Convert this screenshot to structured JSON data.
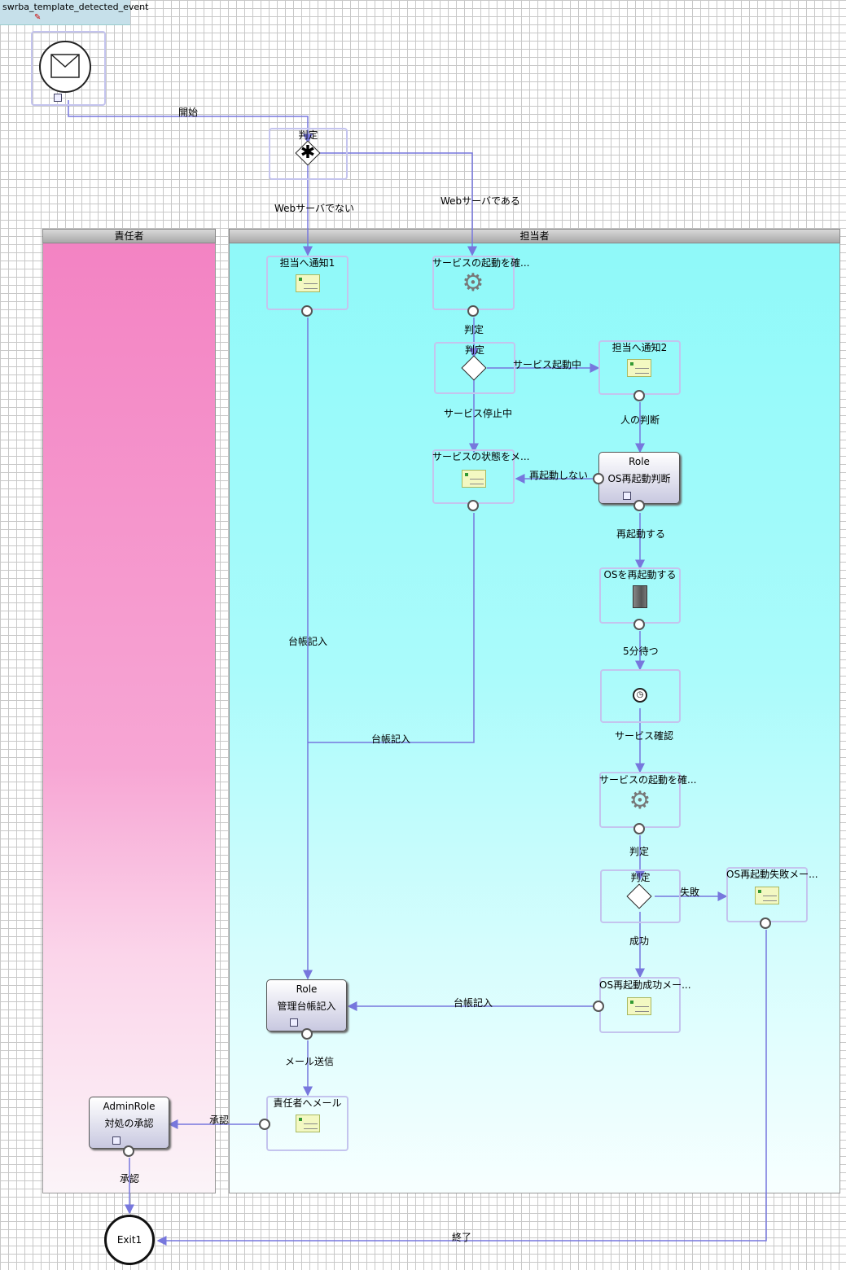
{
  "tab": {
    "title": "swrba_template_detected_event"
  },
  "lanes": [
    {
      "name": "責任者",
      "color": "#f383c3"
    },
    {
      "name": "担当者",
      "color": "#8ff9f9"
    }
  ],
  "nodes": {
    "start_label": "開始",
    "gateway_top": "判定",
    "notify1": "担当へ通知1",
    "svc_check1": "サービスの起動を確...",
    "svc_check1_out": "判定",
    "gateway2": "判定",
    "notify2": "担当へ通知2",
    "notify2_out": "人の判断",
    "svc_status_mail": "サービスの状態をメ...",
    "role_os": {
      "role": "Role",
      "name": "OS再起動判断"
    },
    "restart_yes": "再起動する",
    "os_restart": "OSを再起動する",
    "os_restart_out": "5分待つ",
    "timer_out": "サービス確認",
    "svc_check2": "サービスの起動を確...",
    "svc_check2_out": "判定",
    "gateway3": "判定",
    "os_fail_mail": "OS再起動失敗メー...",
    "success": "成功",
    "os_success_mail": "OS再起動成功メー...",
    "role_ledger": {
      "role": "Role",
      "name": "管理台帳記入"
    },
    "ledger_out": "メール送信",
    "mail_resp": "責任者へメール",
    "admin_role": {
      "role": "AdminRole",
      "name": "対処の承認"
    },
    "approve_out": "承認",
    "exit": "Exit1"
  },
  "edges": {
    "not_web": "Webサーバでない",
    "is_web": "Webサーバである",
    "svc_running": "サービス起動中",
    "svc_stopped": "サービス停止中",
    "no_restart": "再起動しない",
    "ledger1": "台帳記入",
    "ledger2": "台帳記入",
    "fail": "失敗",
    "ledger3": "台帳記入",
    "approve_req": "承認",
    "end": "終了"
  },
  "colors": {
    "edge": "#7777dd",
    "frame": "#c4c4ee"
  }
}
